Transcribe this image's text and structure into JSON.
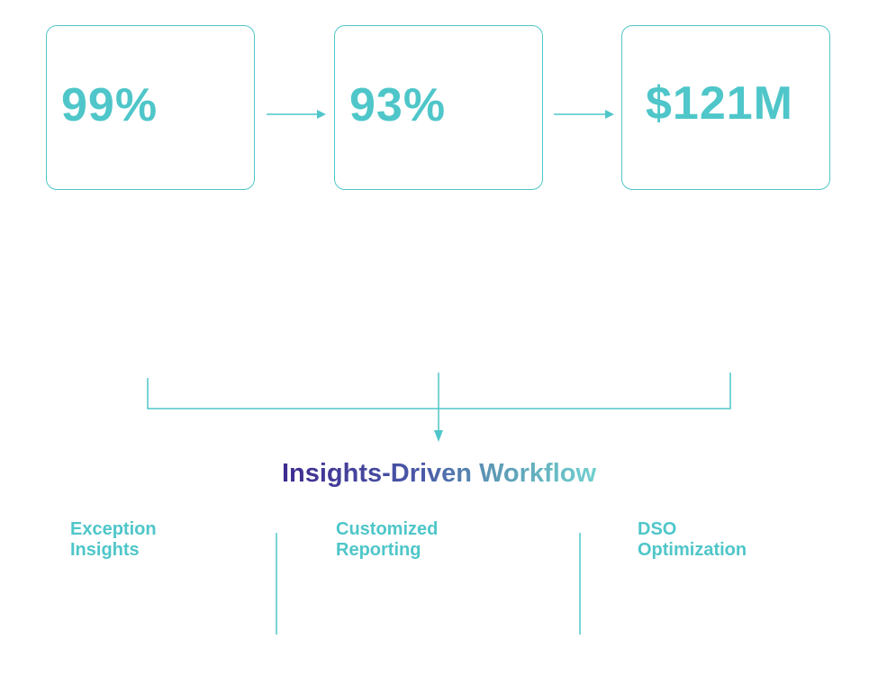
{
  "metrics": [
    {
      "value": "99%"
    },
    {
      "value": "93%"
    },
    {
      "value": "$121M"
    }
  ],
  "title": "Insights-Driven Workflow",
  "features": [
    {
      "line1": "Exception",
      "line2": "Insights"
    },
    {
      "line1": "Customized",
      "line2": "Reporting"
    },
    {
      "line1": "DSO",
      "line2": "Optimization"
    }
  ],
  "colors": {
    "accent": "#4fc6c9",
    "gradient_start": "#3d2a8f",
    "gradient_end": "#6fd0cf"
  }
}
